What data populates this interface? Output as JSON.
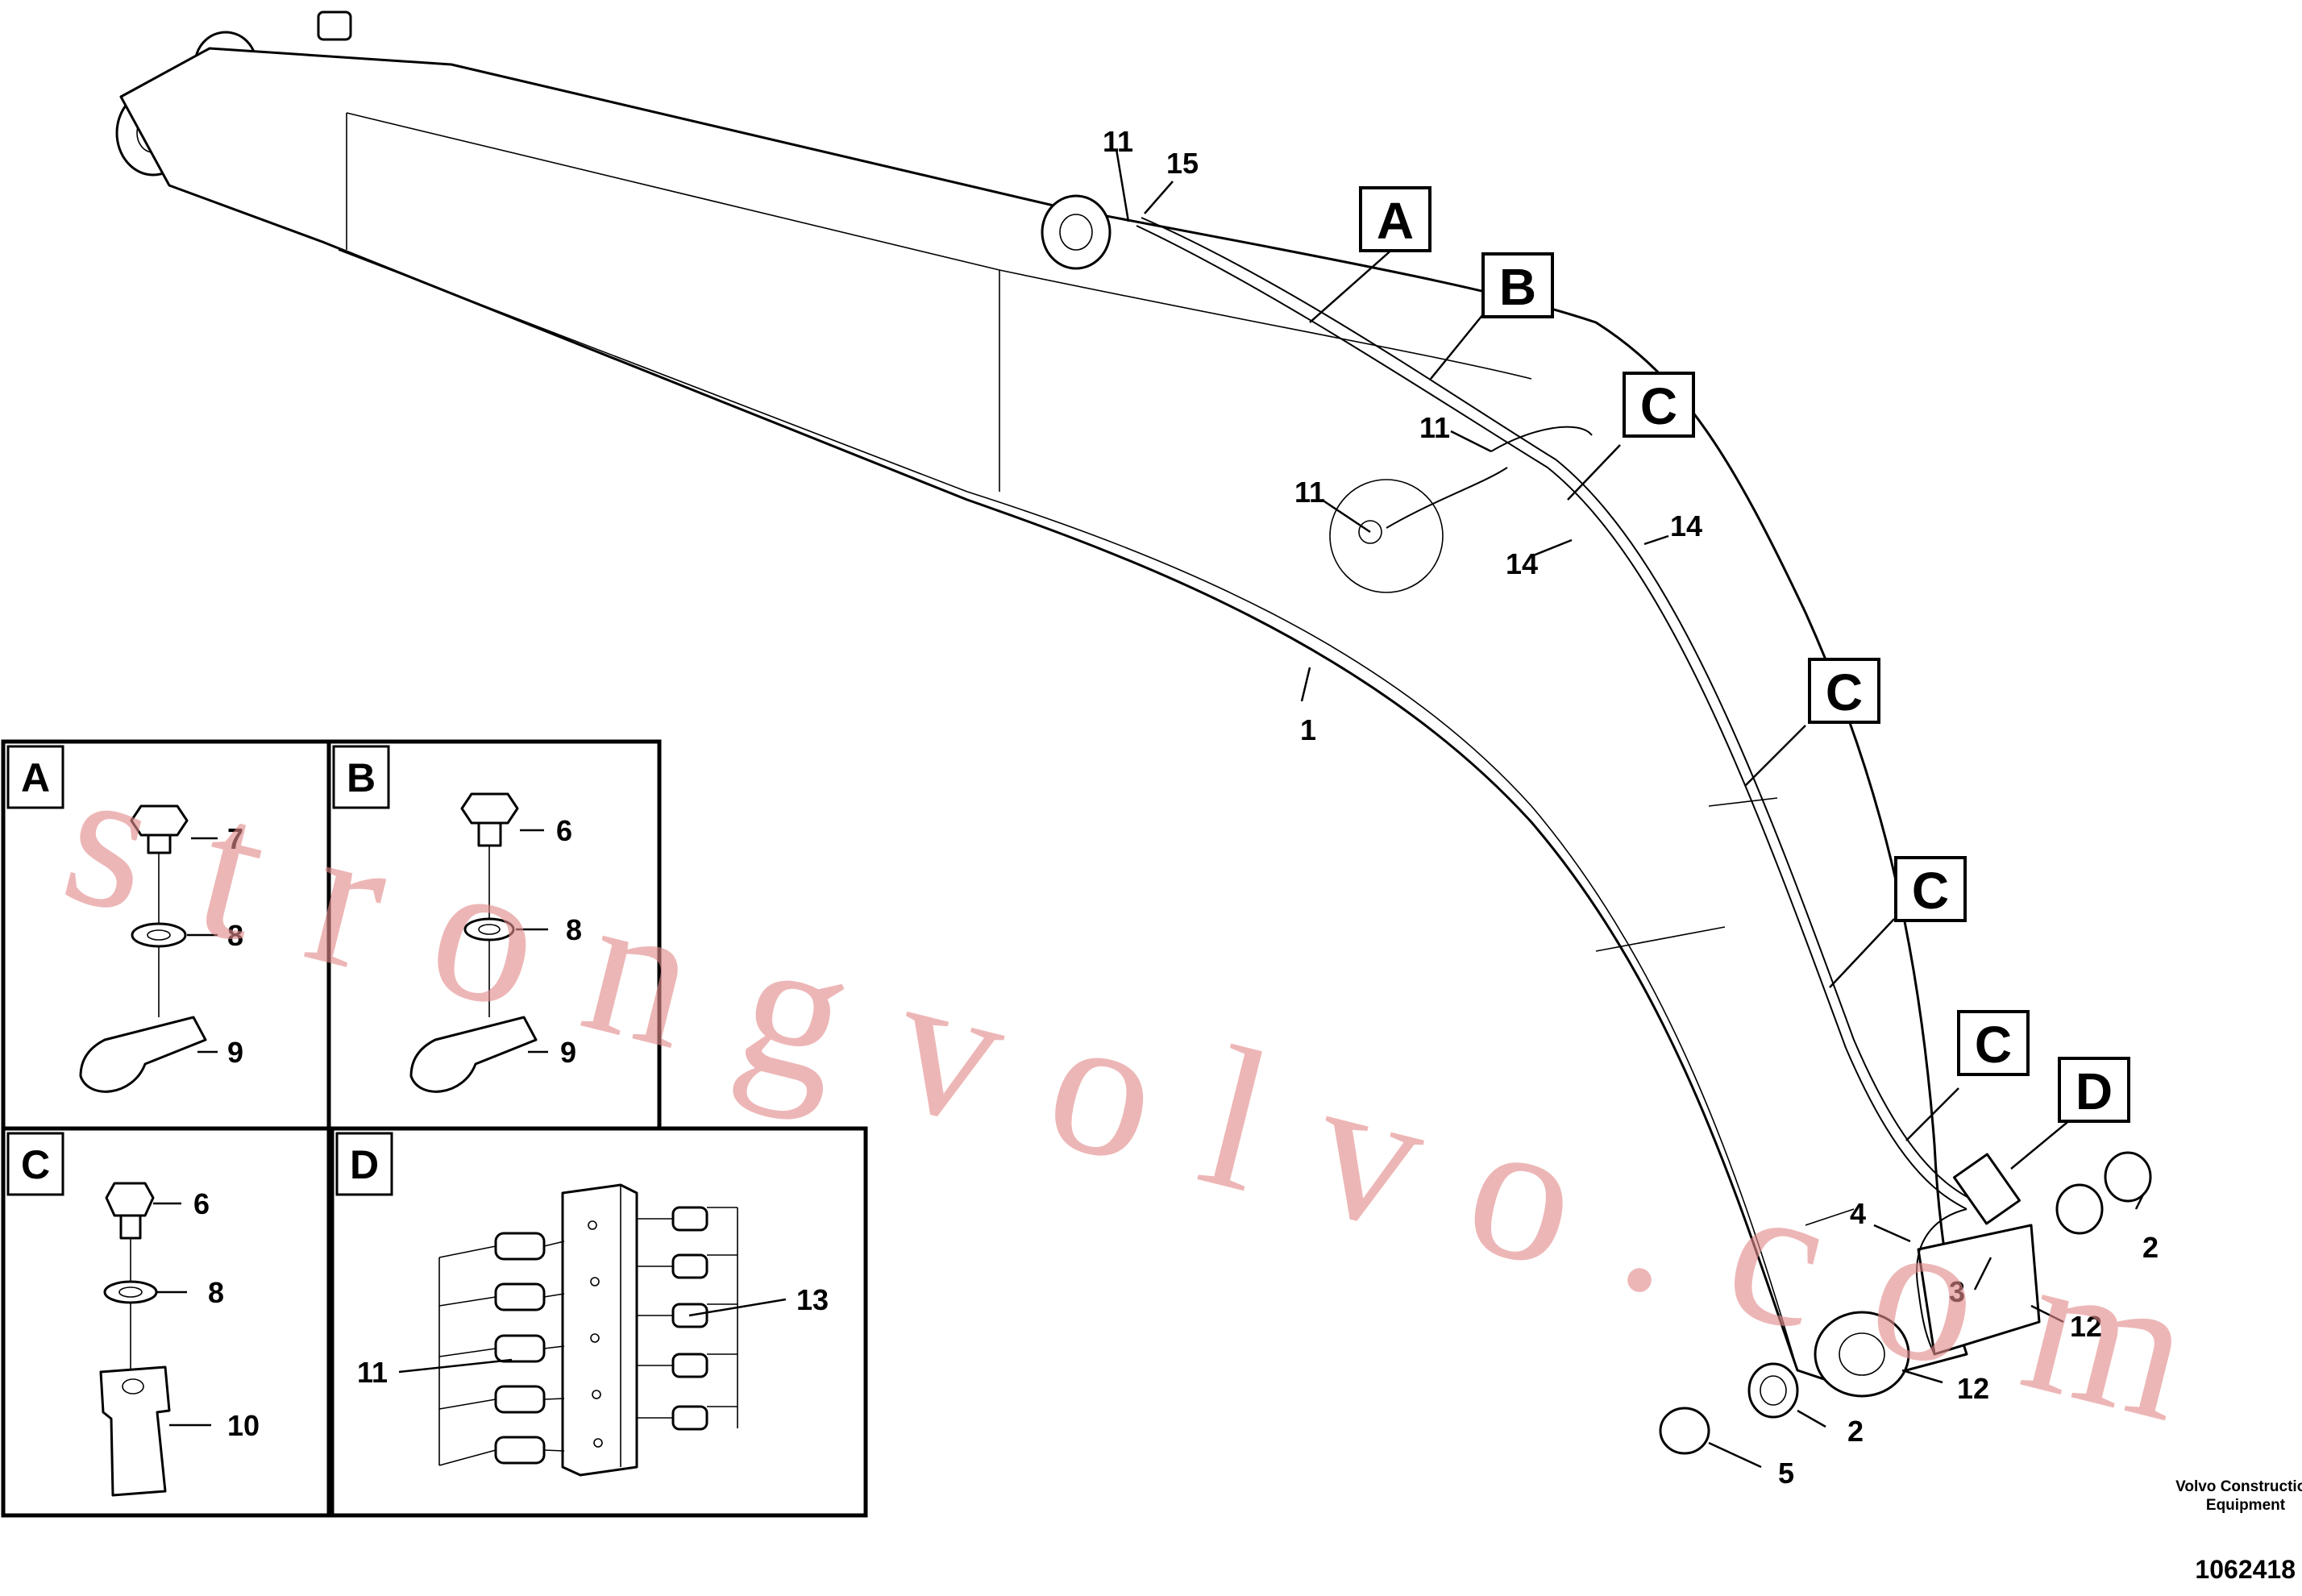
{
  "diagram": {
    "boom_callouts": {
      "c1": "1",
      "c2a": "2",
      "c2b": "2",
      "c3": "3",
      "c4": "4",
      "c5": "5",
      "c11a": "11",
      "c11b": "11",
      "c11c": "11",
      "c12a": "12",
      "c12b": "12",
      "c14a": "14",
      "c14b": "14",
      "c15": "15"
    },
    "detail_markers": {
      "a": "A",
      "b": "B",
      "c1": "C",
      "c2": "C",
      "c3": "C",
      "c4": "C",
      "d": "D"
    },
    "insets": {
      "a": {
        "title": "A",
        "bolt": "7",
        "washer": "8",
        "clamp": "9"
      },
      "b": {
        "title": "B",
        "bolt": "6",
        "washer": "8",
        "clamp": "9"
      },
      "c": {
        "title": "C",
        "bolt": "6",
        "washer": "8",
        "clamp": "10"
      },
      "d": {
        "title": "D",
        "left_nipples": "11",
        "right_nipples": "13"
      }
    },
    "watermark": "strongvolvo.com",
    "footer": {
      "company_line1": "Volvo Construction",
      "company_line2": "Equipment",
      "doc_number": "1062418"
    }
  }
}
